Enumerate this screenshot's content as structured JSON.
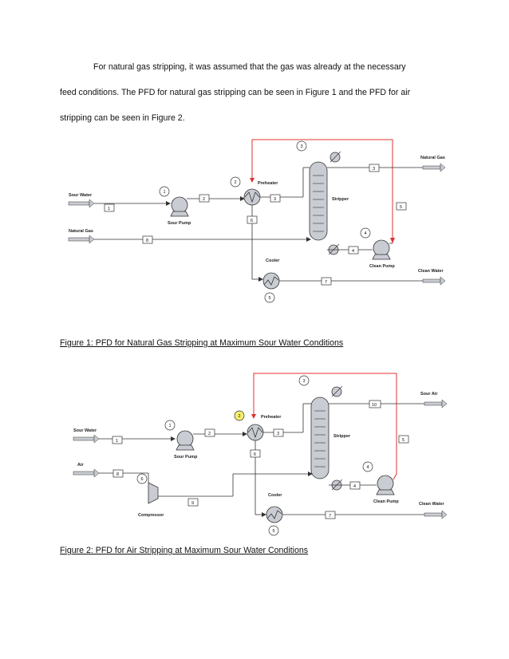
{
  "paragraph": {
    "line1": "For natural gas stripping, it was assumed that the gas was already at the necessary",
    "line2": "feed conditions.  The PFD for natural gas stripping can be seen in Figure 1 and the PFD for air",
    "line3": "stripping can be seen in Figure 2."
  },
  "figure1": {
    "caption": "Figure 1: PFD for Natural Gas Stripping at Maximum Sour Water Conditions",
    "labels": {
      "sour_water": "Sour Water",
      "natural_gas_in": "Natural Gas",
      "sour_pump": "Sour Pump",
      "preheater": "Preheater",
      "stripper": "Stripper",
      "natural_gas_out": "Natural Gas",
      "clean_pump": "Clean Pump",
      "clean_water": "Clean Water",
      "cooler": "Cooler"
    },
    "streams": {
      "s1": "1",
      "s2": "2",
      "s3": "3",
      "s3top": "3",
      "s4": "4",
      "s5": "5",
      "s6": "6",
      "s7": "7",
      "s8": "8"
    },
    "units": {
      "u1": "1",
      "u2": "2",
      "u3": "3",
      "u4": "4",
      "u5": "5"
    }
  },
  "figure2": {
    "caption": "Figure 2: PFD for Air Stripping at Maximum Sour Water Conditions",
    "labels": {
      "sour_water": "Sour Water",
      "air": "Air",
      "sour_pump": "Sour Pump",
      "preheater": "Preheater",
      "stripper": "Stripper",
      "sour_air": "Sour Air",
      "clean_pump": "Clean Pump",
      "clean_water": "Clean Water",
      "cooler": "Cooler",
      "compressor": "Compressor"
    },
    "streams": {
      "s1": "1",
      "s2": "2",
      "s3": "3",
      "s4": "4",
      "s5": "5",
      "s6": "6",
      "s7": "7",
      "s8": "8",
      "s9": "9",
      "s10": "10"
    },
    "units": {
      "u1": "1",
      "u2": "2",
      "u3": "3",
      "u4": "4",
      "u5": "5",
      "u6": "6"
    },
    "highlight_color": "#f5ef6a"
  }
}
